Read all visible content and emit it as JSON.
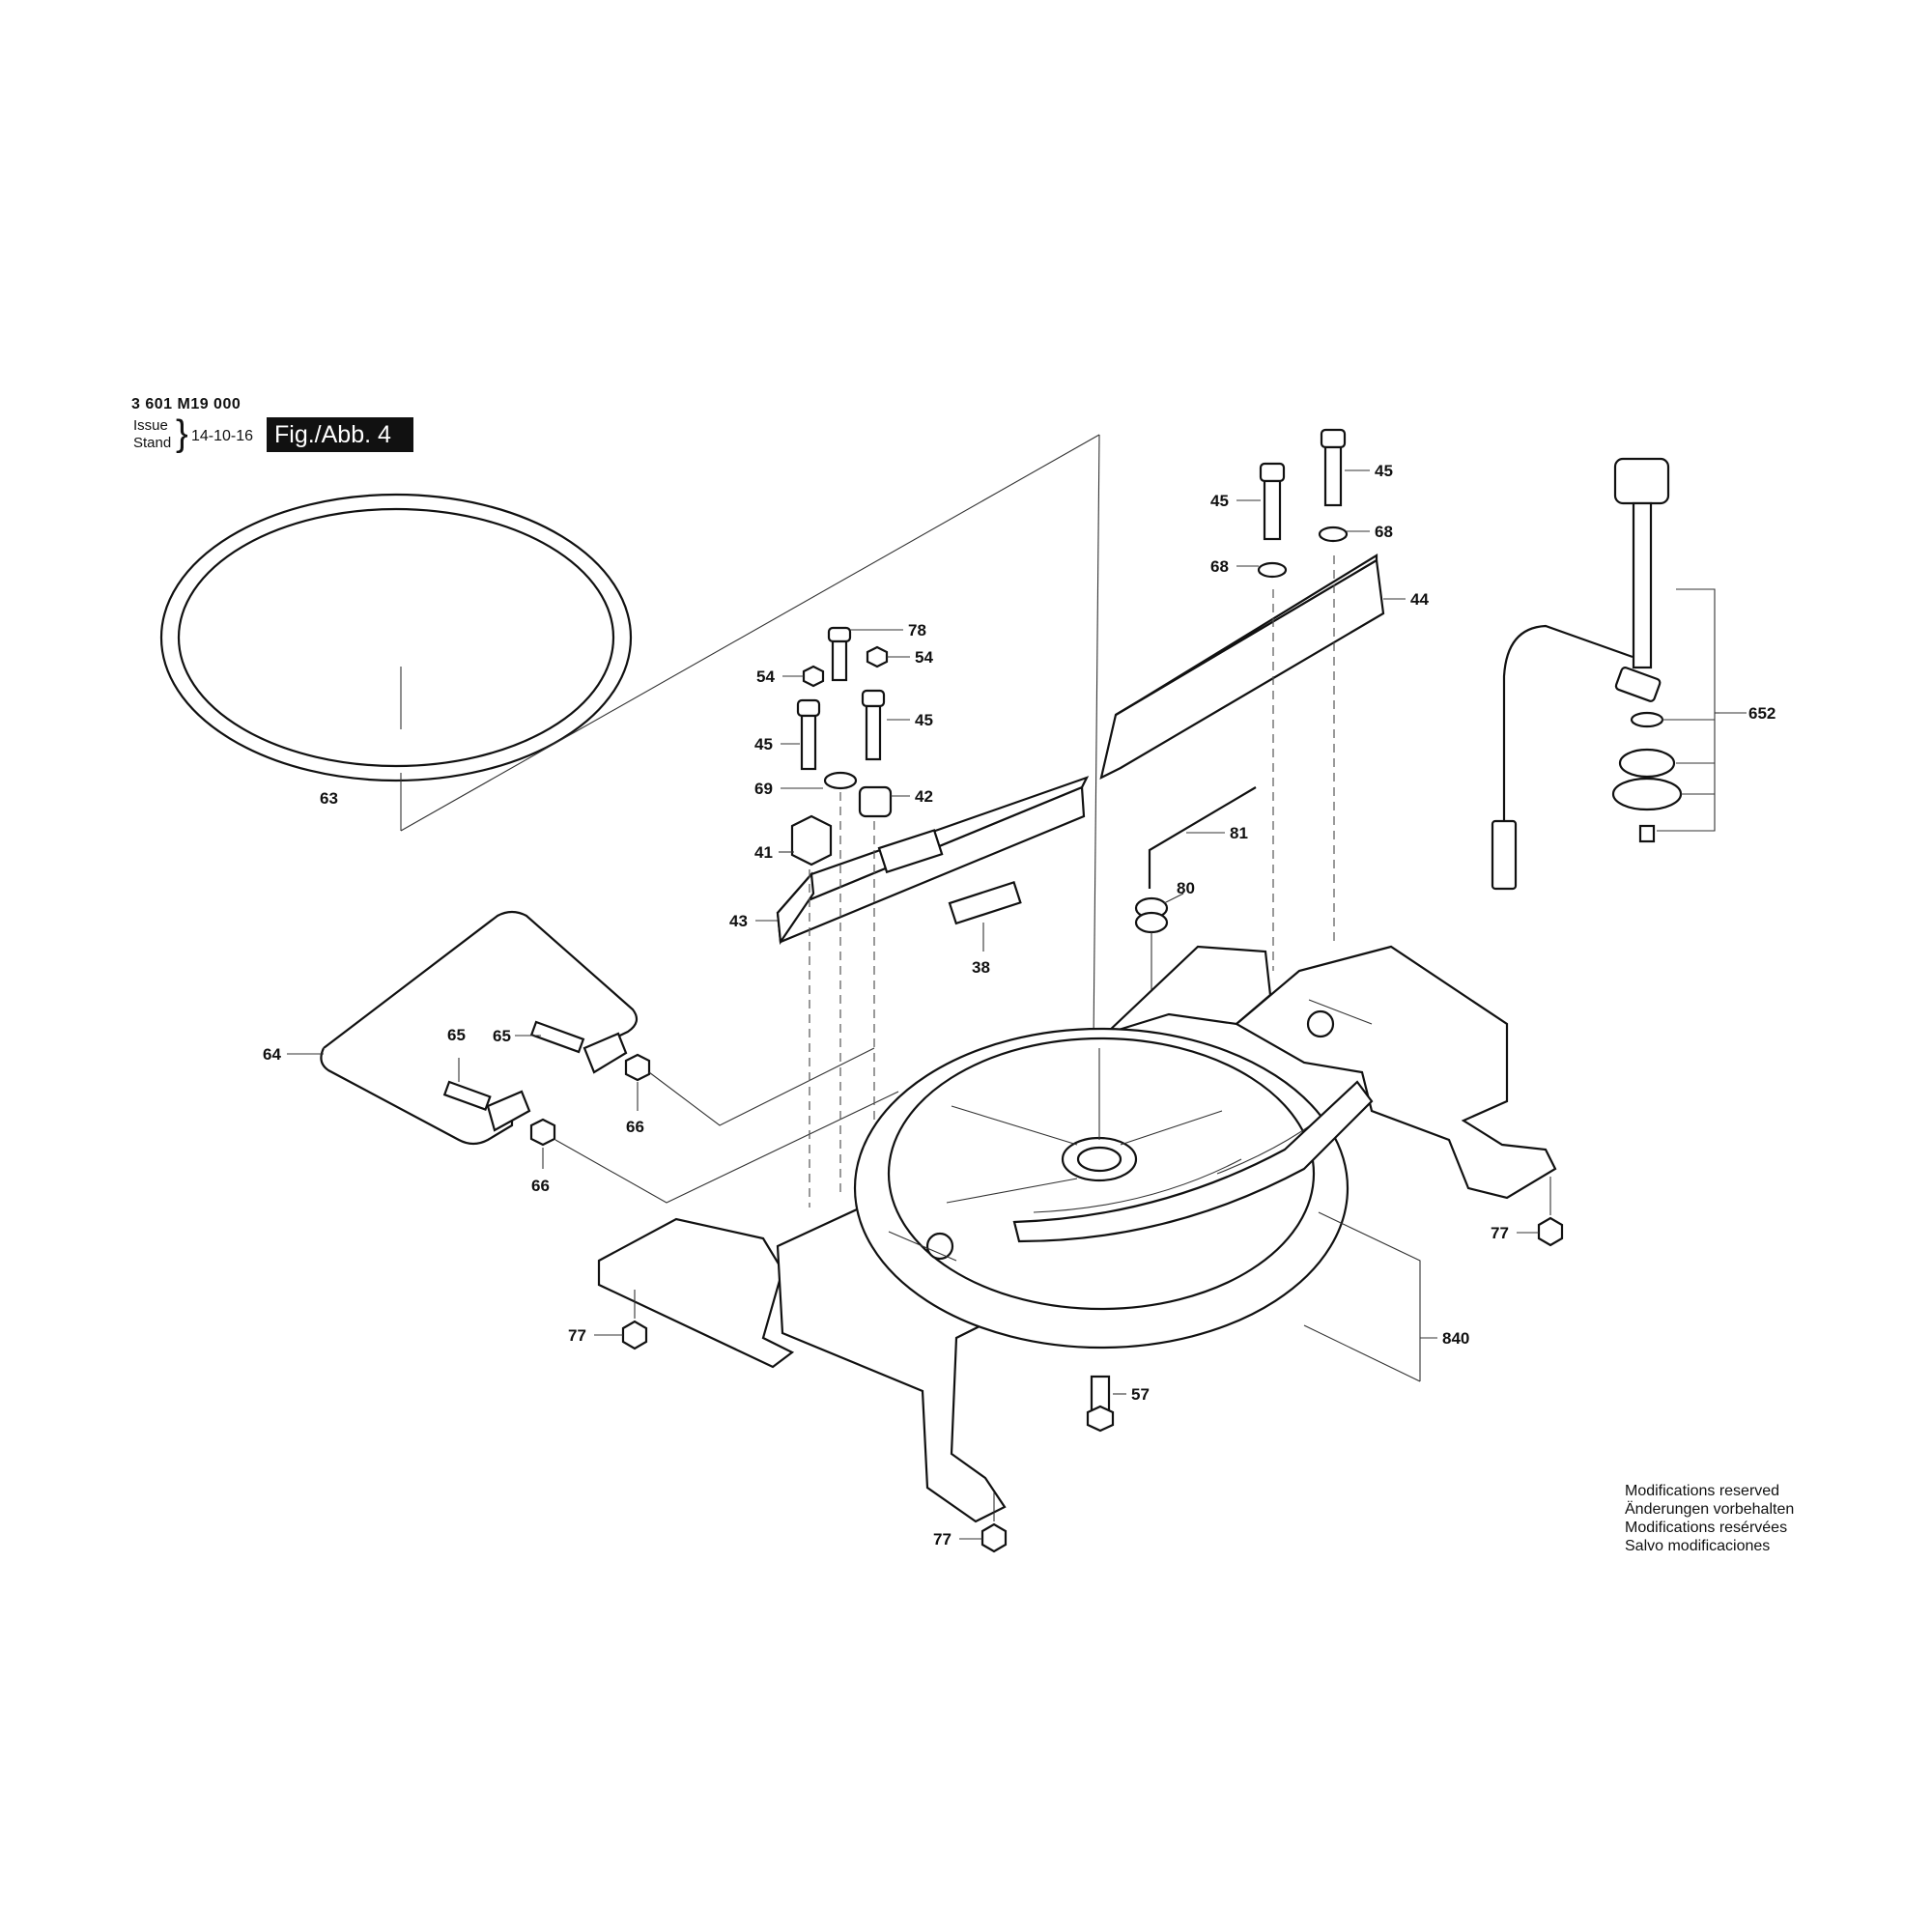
{
  "header": {
    "doc_number": "3 601 M19 000",
    "issue_label": "Issue",
    "stand_label": "Stand",
    "issue_date": "14-10-16",
    "figure_label": "Fig./Abb. 4"
  },
  "footer": {
    "modifications": [
      "Modifications reserved",
      "Änderungen vorbehalten",
      "Modifications resérvées",
      "Salvo modificaciones"
    ]
  },
  "parts": {
    "p63": "63",
    "p64": "64",
    "p65a": "65",
    "p65b": "65",
    "p66a": "66",
    "p66b": "66",
    "p78": "78",
    "p54a": "54",
    "p54b": "54",
    "p45a": "45",
    "p45b": "45",
    "p45c": "45",
    "p45d": "45",
    "p69": "69",
    "p42": "42",
    "p41": "41",
    "p43": "43",
    "p38": "38",
    "p68a": "68",
    "p68b": "68",
    "p44": "44",
    "p81": "81",
    "p80": "80",
    "p652": "652",
    "p77a": "77",
    "p77b": "77",
    "p77c": "77",
    "p57": "57",
    "p840": "840"
  },
  "colors": {
    "ink": "#111111",
    "badge_bg": "#111111",
    "badge_text": "#ffffff",
    "background": "#ffffff"
  }
}
